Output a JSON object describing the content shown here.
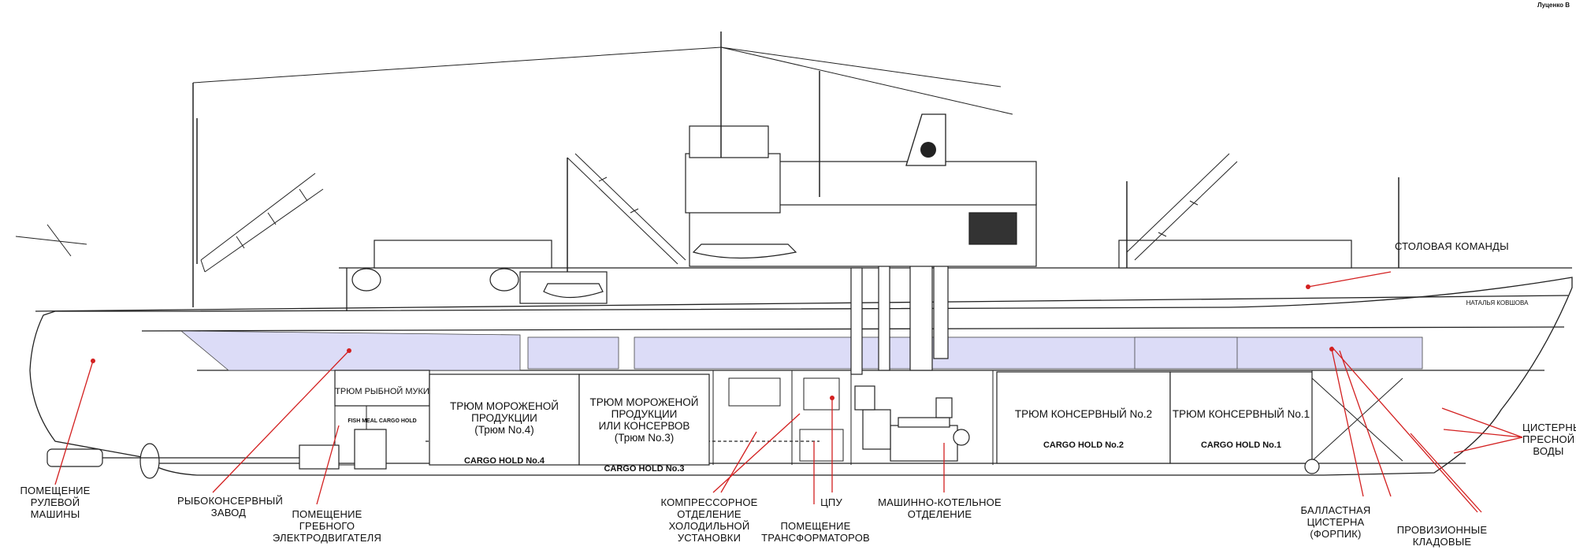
{
  "author": "Луценко В",
  "ship_name": "НАТАЛЬЯ КОВШОВА",
  "holds": {
    "fish_meal": {
      "ru": "ТРЮМ РЫБНОЙ МУКИ",
      "en": "FISH MEAL CARGO HOLD"
    },
    "hold4": {
      "ru": "ТРЮМ МОРОЖЕНОЙ\nПРОДУКЦИИ\n(Трюм  No.4)",
      "en": "CARGO HOLD No.4"
    },
    "hold3": {
      "ru": "ТРЮМ МОРОЖЕНОЙ\nПРОДУКЦИИ\nИЛИ КОНСЕРВОВ\n(Трюм No.3)",
      "en": "CARGO HOLD No.3"
    },
    "hold2": {
      "ru": "ТРЮМ КОНСЕРВНЫЙ No.2",
      "en": "CARGO HOLD No.2"
    },
    "hold1": {
      "ru": "ТРЮМ КОНСЕРВНЫЙ No.1",
      "en": "CARGO HOLD No.1"
    }
  },
  "callouts": {
    "steering_room": "ПОМЕЩЕНИЕ\nРУЛЕВОЙ\nМАШИНЫ",
    "cannery": "РЫБОКОНСЕРВНЫЙ\nЗАВОД",
    "propulsion_motor": "ПОМЕЩЕНИЕ\nГРЕБНОГО\nЭЛЕКТРОДВИГАТЕЛЯ",
    "compressor": "КОМПРЕССОРНОЕ\nОТДЕЛЕНИЕ\nХОЛОДИЛЬНОЙ\nУСТАНОВКИ",
    "cpu": "ЦПУ",
    "transformers": "ПОМЕЩЕНИЕ\nТРАНСФОРМАТОРОВ",
    "engine_boiler": "МАШИННО-КОТЕЛЬНОЕ\nОТДЕЛЕНИЕ",
    "ballast": "БАЛЛАСТНАЯ\nЦИСТЕРНА\n(ФОРПИК)",
    "provisions": "ПРОВИЗИОННЫЕ\nКЛАДОВЫЕ",
    "fresh_water": "ЦИСТЕРНЫ\nПРЕСНОЙ\nВОДЫ",
    "mess": "СТОЛОВАЯ КОМАНДЫ"
  },
  "colors": {
    "line": "#222222",
    "callout": "#d32020",
    "highlight": "#dcdcf7"
  }
}
